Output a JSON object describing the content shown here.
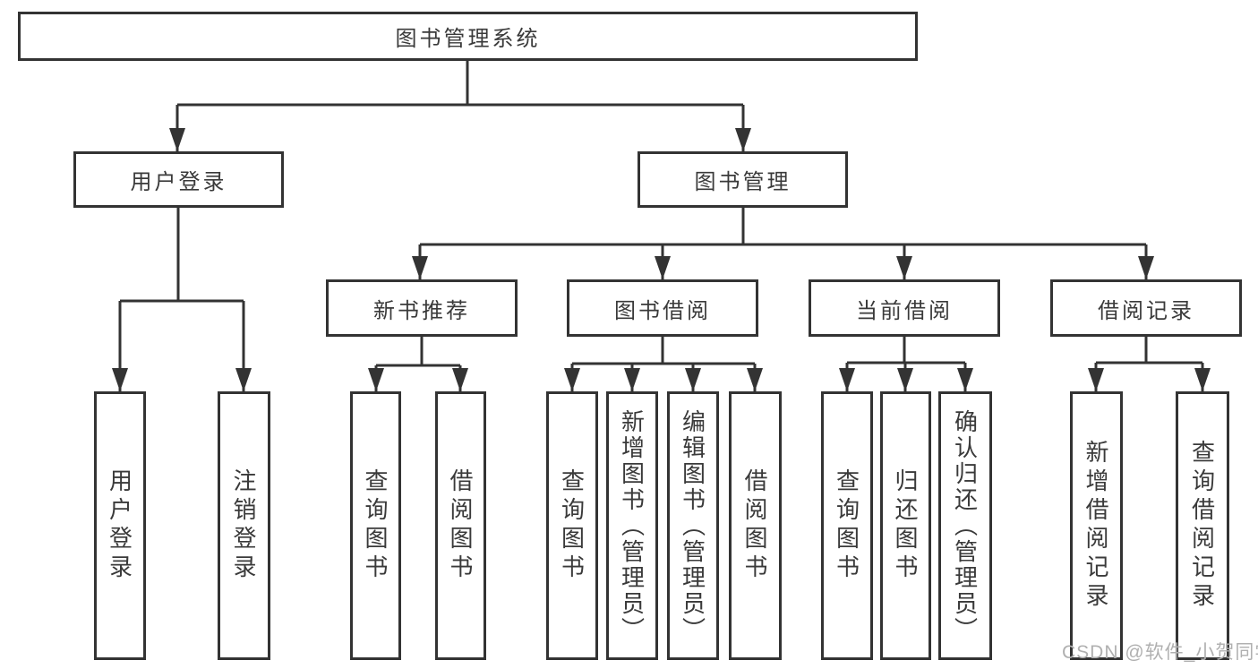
{
  "diagram": {
    "root": "图书管理系统",
    "level2": [
      "用户登录",
      "图书管理"
    ],
    "level3": [
      "新书推荐",
      "图书借阅",
      "当前借阅",
      "借阅记录"
    ],
    "leaves": {
      "login": [
        "用户登录",
        "注销登录"
      ],
      "recommend": [
        "查询图书",
        "借阅图书"
      ],
      "borrow": [
        "查询图书",
        "新增图书（管理员）",
        "编辑图书（管理员）",
        "借阅图书"
      ],
      "current": [
        "查询图书",
        "归还图书",
        "确认归还（管理员）"
      ],
      "records": [
        "新增借阅记录",
        "查询借阅记录"
      ]
    }
  },
  "watermark": {
    "text": "CSDN @软件_小贺同学"
  },
  "colors": {
    "line": "#333333",
    "text": "#3a3a3a",
    "background": "#ffffff",
    "watermark": "#b0b0b0"
  }
}
